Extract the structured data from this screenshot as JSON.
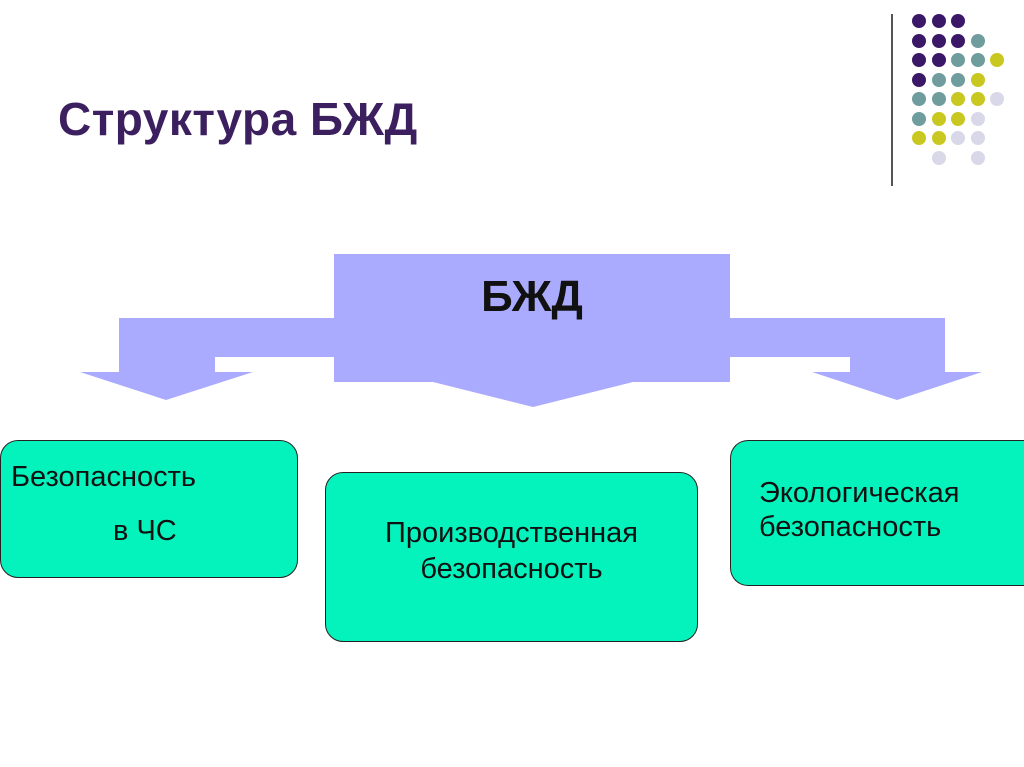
{
  "slide": {
    "title": "Структура БЖД",
    "colors": {
      "title": "#3b1f5e",
      "arrow_fill": "#aaaaff",
      "box_fill": "#04f2bc",
      "dot_purple": "#3b1768",
      "dot_teal": "#6f9c9c",
      "dot_olive": "#c8c820",
      "dot_light": "#d8d8e8"
    }
  },
  "diagram": {
    "center": "БЖД",
    "branches": [
      {
        "id": "chs",
        "line1": "Безопасность",
        "line2": "в ЧС"
      },
      {
        "id": "prod",
        "line1": "Производственная",
        "line2": "безопасность"
      },
      {
        "id": "eco",
        "line1": "Экологическая",
        "line2": "безопасность"
      }
    ]
  },
  "decor": {
    "dot_grid": [
      [
        "purple",
        "purple",
        "purple",
        null,
        null
      ],
      [
        "purple",
        "purple",
        "purple",
        "teal",
        null
      ],
      [
        "purple",
        "purple",
        "teal",
        "teal",
        "olive"
      ],
      [
        "purple",
        "teal",
        "teal",
        "olive",
        null
      ],
      [
        "teal",
        "teal",
        "olive",
        "olive",
        "light"
      ],
      [
        "teal",
        "olive",
        "olive",
        "light",
        null
      ],
      [
        "olive",
        "olive",
        "light",
        "light",
        null
      ],
      [
        null,
        "light",
        null,
        "light",
        null
      ]
    ]
  }
}
